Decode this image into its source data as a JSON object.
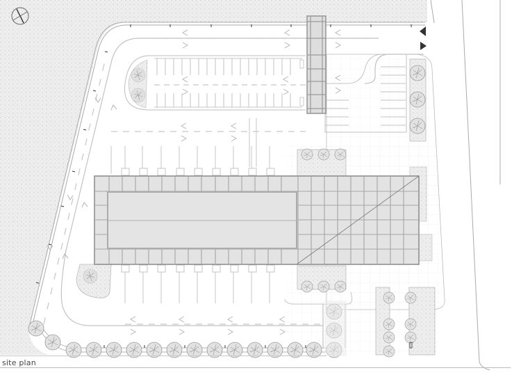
{
  "drawing": {
    "title": "site plan",
    "type": "architectural site plan",
    "colors": {
      "background": "#ffffff",
      "stipple_ground": "#e6e6e6",
      "building_fill": "#e3e3e3",
      "building_stroke": "#8f8f8f",
      "line": "#b5b5b5",
      "arrow_marker": "#333333"
    },
    "elements": {
      "north_arrow": "north-arrow-icon",
      "building": "building-footprint",
      "pedestrian_bridge": "covered-walkway",
      "parking_lots": [
        "north-parking-lot",
        "south-parking-lot",
        "east-parking-lot"
      ],
      "trees": "tree-icon",
      "entry_markers": [
        "entry-arrow-in",
        "entry-arrow-out"
      ]
    }
  }
}
